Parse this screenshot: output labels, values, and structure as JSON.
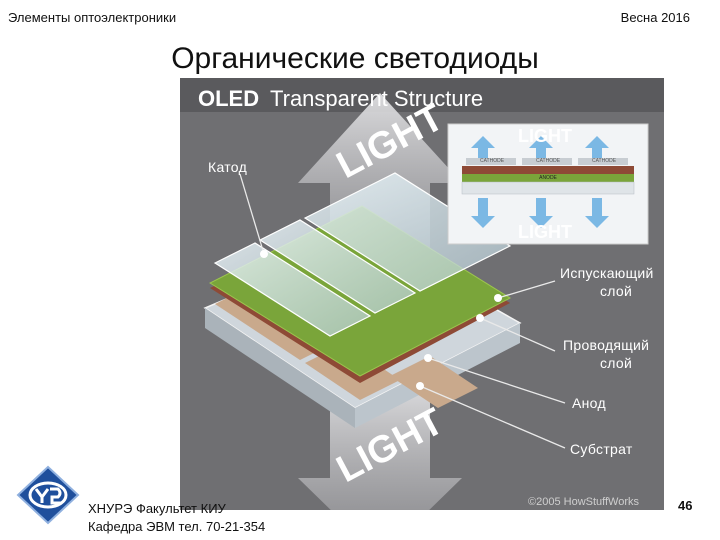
{
  "header": {
    "course": "Элементы оптоэлектроники",
    "term": "Весна 2016"
  },
  "title": "Органические светодиоды",
  "figure": {
    "title_bold": "OLED",
    "title_rest": "Transparent Structure",
    "light_label": "LIGHT",
    "inset_labels": [
      "CATHODE",
      "CATHODE",
      "CATHODE",
      "ANODE"
    ],
    "labels": {
      "cathode": "Катод",
      "emissive_1": "Испускающий",
      "emissive_2": "слой",
      "conductive_1": "Проводящий",
      "conductive_2": "слой",
      "anode": "Анод",
      "substrate": "Субстрат"
    },
    "copyright": "©2005 HowStuffWorks"
  },
  "footer": {
    "line1": "ХНУРЭ Факультет КИУ",
    "line2": "Кафедра ЭВМ   тел. 70-21-354",
    "page": "46"
  },
  "colors": {
    "figure_bg": "#6f6f72",
    "organic": "#7aa53a",
    "logo_blue": "#1f4f9c"
  }
}
